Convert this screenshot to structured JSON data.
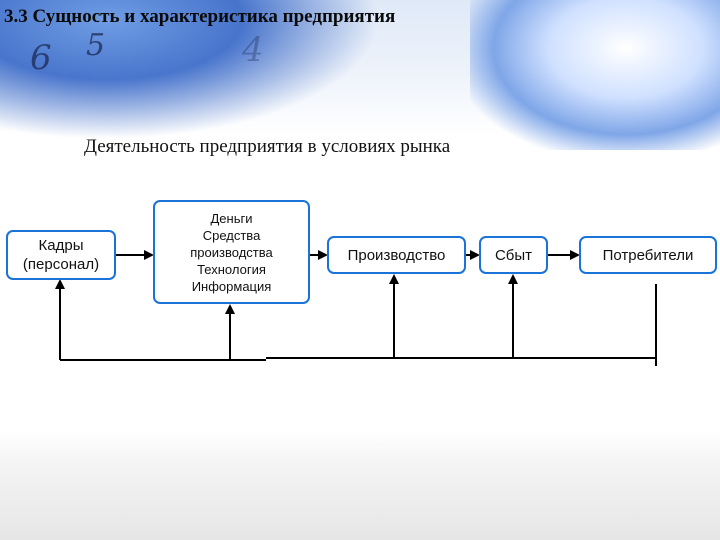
{
  "header": {
    "title": "3.3 Сущность и характеристика предприятия",
    "decor_digits": [
      "6",
      "5",
      "4"
    ]
  },
  "diagram": {
    "subtitle": "Деятельность предприятия в условиях рынка",
    "nodes": {
      "kadry": [
        "Кадры",
        "(персонал)"
      ],
      "resources": [
        "Деньги",
        "Средства",
        "производства",
        "Технология",
        "Информация"
      ],
      "production": "Производство",
      "sales": "Сбыт",
      "consumers": "Потребители"
    },
    "colors": {
      "box_border": "#1a73d9",
      "arrow": "#000000",
      "header_blue": "#2c5fc4"
    }
  }
}
